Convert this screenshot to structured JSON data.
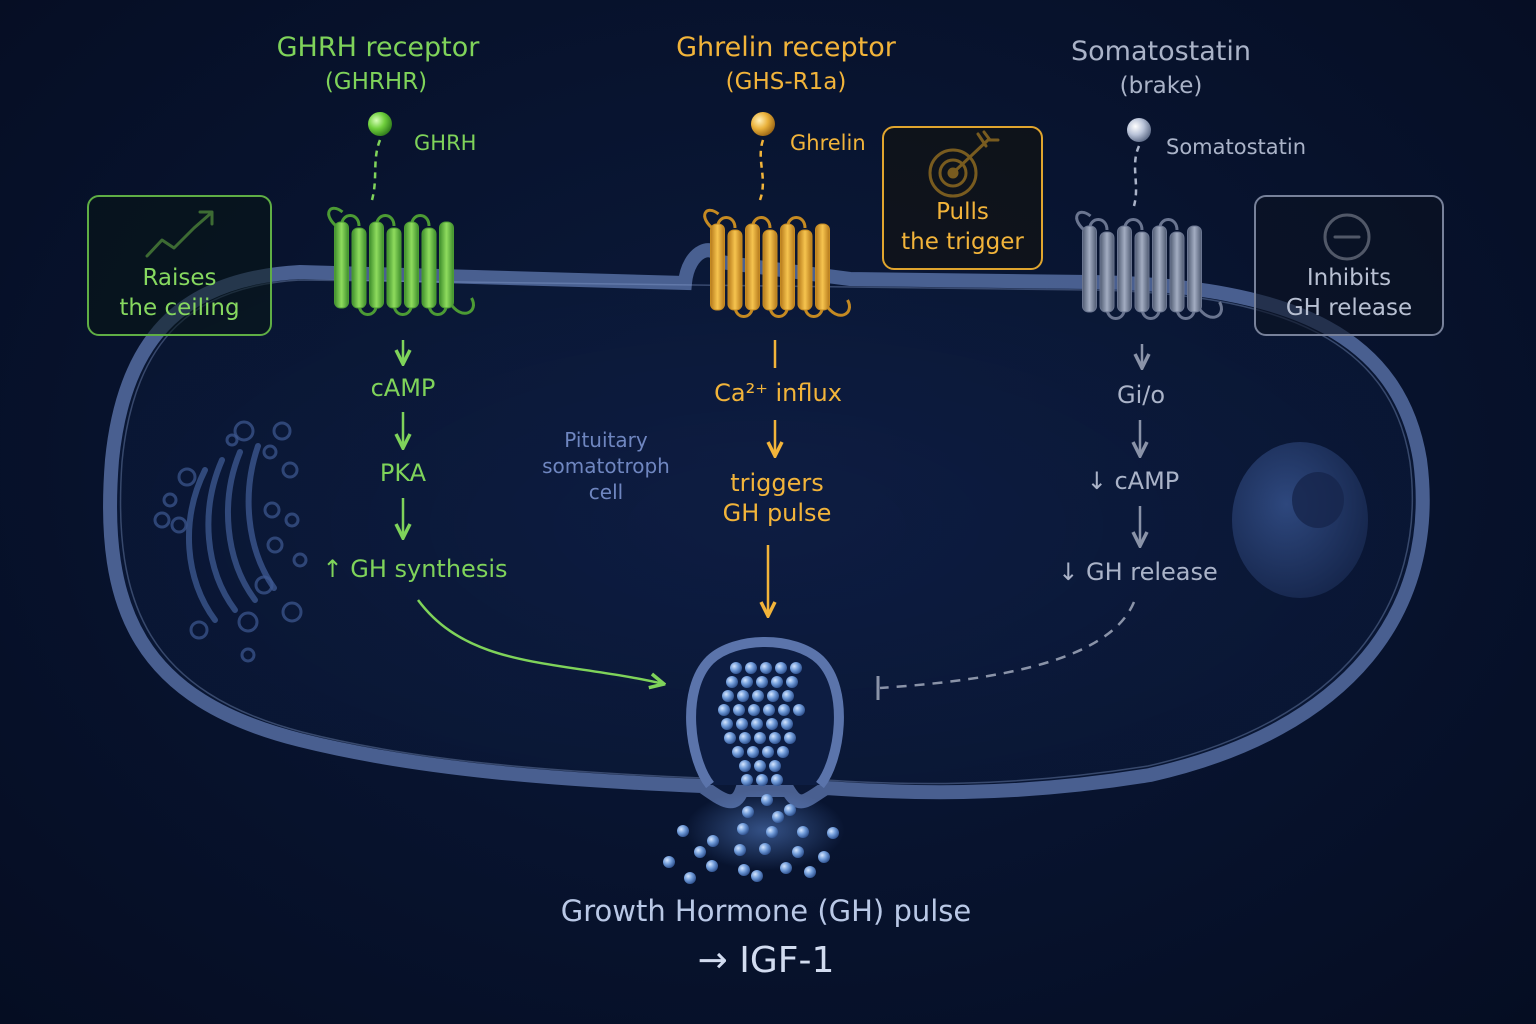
{
  "receptors": {
    "ghrh": {
      "title": "GHRH receptor",
      "subtitle": "(GHRHR)",
      "ligand": "GHRH",
      "color": "#7fd35a"
    },
    "ghrelin": {
      "title": "Ghrelin receptor",
      "subtitle": "(GHS-R1a)",
      "ligand": "Ghrelin",
      "color": "#f2b43a"
    },
    "somatostatin": {
      "title": "Somatostatin",
      "subtitle": "(brake)",
      "ligand": "Somatostatin",
      "color": "#aab3c8"
    }
  },
  "callouts": {
    "raises": "Raises\nthe ceiling",
    "pulls": "Pulls\nthe trigger",
    "inhibits": "Inhibits\nGH release"
  },
  "pathways": {
    "ghrh": [
      "cAMP",
      "PKA",
      "↑ GH synthesis"
    ],
    "ghrelin": [
      "Ca²⁺ influx",
      "triggers\nGH pulse"
    ],
    "somatostatin": [
      "Gi/o",
      "↓ cAMP",
      "↓ GH release"
    ]
  },
  "cell_label": "Pituitary\nsomatotroph\ncell",
  "output": {
    "line1": "Growth Hormone (GH) pulse",
    "line2": "→ IGF-1"
  },
  "icons": {
    "raises": "trend-up-arrow-icon",
    "pulls": "target-with-arrow-icon",
    "inhibits": "minus-circle-icon"
  },
  "colors": {
    "background": "#081430",
    "membrane": "#4d6496",
    "ghrh": "#7fd35a",
    "ghrelin": "#f2b43a",
    "somatostatin": "#aab3c8"
  }
}
